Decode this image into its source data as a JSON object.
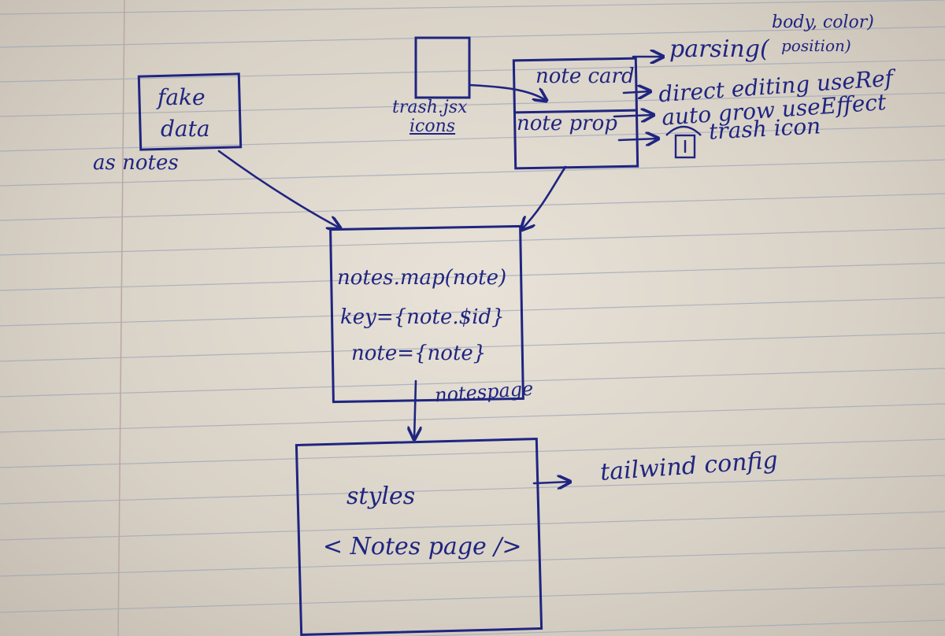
{
  "labels": {
    "fake": "fake",
    "data": "data",
    "as_notes": "as notes",
    "trash_jsx": "trash.jsx",
    "icons": "icons",
    "note_card": "note card",
    "note_prop": "note prop",
    "parsing": "parsing(",
    "body_color": "body, color)",
    "position": "position)",
    "direct_editing": "direct editing useRef",
    "auto_grow": "auto grow useEffect",
    "trash_icon": "trash icon",
    "notes_map": "notes.map(note)",
    "key": "key={note.$id}",
    "note": "note={note}",
    "notespage": "notespage",
    "styles": "styles",
    "notes_page_component": "< Notes page />",
    "tailwind_config": "tailwind config"
  }
}
